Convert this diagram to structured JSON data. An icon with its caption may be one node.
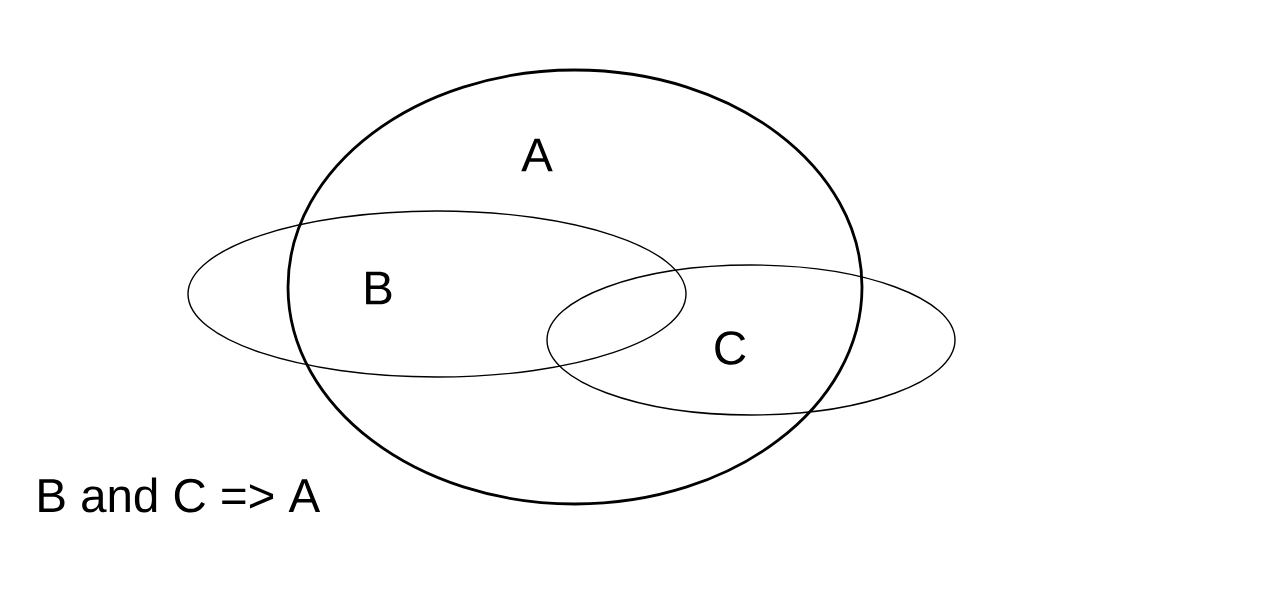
{
  "diagram": {
    "nodes": [
      {
        "text": [
          "A"
        ]
      },
      {
        "text": [
          "B"
        ]
      },
      {
        "text": [
          "C"
        ]
      }
    ],
    "labels": [
      "B and C => A"
    ]
  }
}
